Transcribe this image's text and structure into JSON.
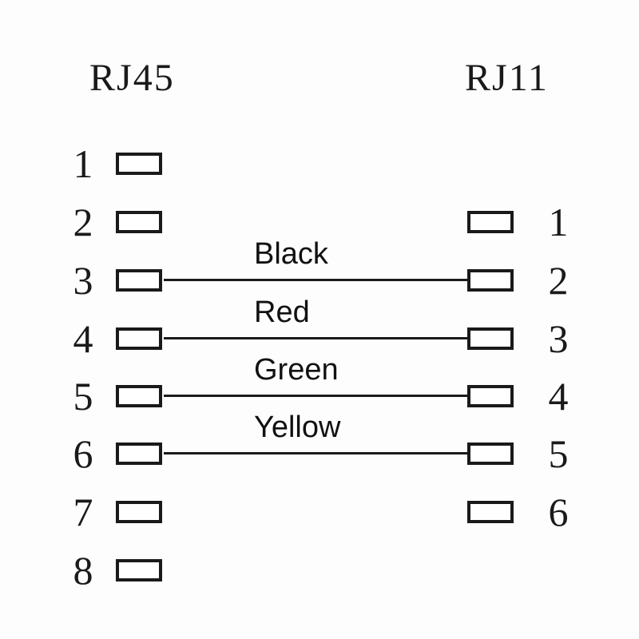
{
  "diagram": {
    "left_connector": {
      "title": "RJ45",
      "pins": [
        "1",
        "2",
        "3",
        "4",
        "5",
        "6",
        "7",
        "8"
      ]
    },
    "right_connector": {
      "title": "RJ11",
      "pins": [
        "1",
        "2",
        "3",
        "4",
        "5",
        "6"
      ]
    },
    "wires": [
      {
        "label": "Black",
        "rj45_pin": "3",
        "rj11_pin": "2"
      },
      {
        "label": "Red",
        "rj45_pin": "4",
        "rj11_pin": "3"
      },
      {
        "label": "Green",
        "rj45_pin": "5",
        "rj11_pin": "4"
      },
      {
        "label": "Yellow",
        "rj45_pin": "6",
        "rj11_pin": "5"
      }
    ],
    "colors": {
      "line": "#1a1a1a",
      "text": "#1a1a1a",
      "background": "#fdfdfd"
    }
  }
}
